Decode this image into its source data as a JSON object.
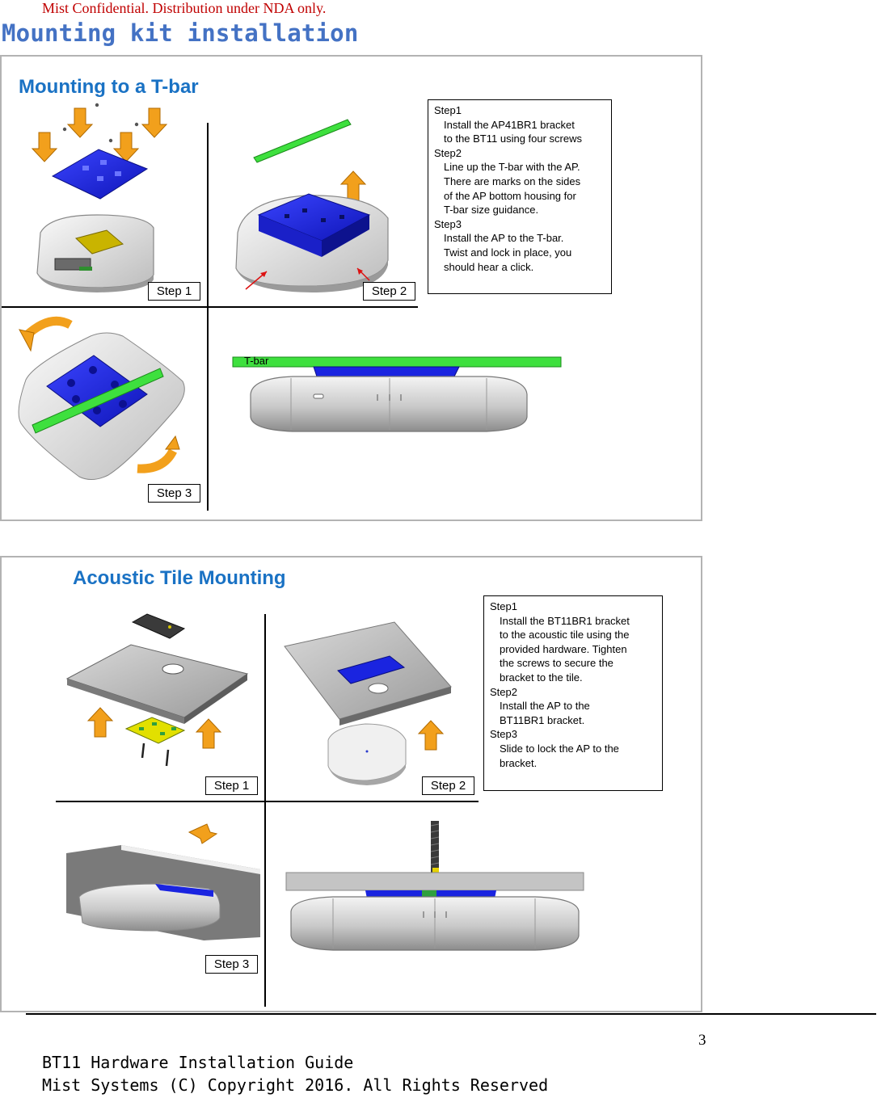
{
  "header": {
    "confidential": "Mist Confidential. Distribution under NDA only.",
    "title": "Mounting kit installation"
  },
  "tbar_figure": {
    "title": "Mounting to a T-bar",
    "step1_label": "Step 1",
    "step2_label": "Step 2",
    "step3_label": "Step 3",
    "tbar_label": "T-bar",
    "instructions": {
      "s1_head": "Step1",
      "s1_l1": "Install the AP41BR1 bracket",
      "s1_l2": "to the BT11 using four screws",
      "s2_head": "Step2",
      "s2_l1": "Line up the T-bar with the AP.",
      "s2_l2": "There are marks on the sides",
      "s2_l3": "of the AP bottom housing for",
      "s2_l4": "T-bar size guidance.",
      "s3_head": "Step3",
      "s3_l1": "Install the AP to the T-bar.",
      "s3_l2": "Twist and lock in place, you",
      "s3_l3": "should hear a click."
    }
  },
  "tile_figure": {
    "title": "Acoustic Tile Mounting",
    "step1_label": "Step 1",
    "step2_label": "Step 2",
    "step3_label": "Step 3",
    "instructions": {
      "s1_head": "Step1",
      "s1_l1": "Install the BT11BR1 bracket",
      "s1_l2": "to the acoustic tile using the",
      "s1_l3": "provided hardware.  Tighten",
      "s1_l4": "the screws to secure the",
      "s1_l5": "bracket to the tile.",
      "s2_head": "Step2",
      "s2_l1": "Install the AP to the",
      "s2_l2": "BT11BR1 bracket.",
      "s3_head": "Step3",
      "s3_l1": "Slide to lock the AP to the",
      "s3_l2": "bracket."
    }
  },
  "footer": {
    "page_number": "3",
    "line1": "BT11 Hardware Installation Guide",
    "line2": "Mist Systems (C) Copyright 2016. All Rights Reserved"
  },
  "colors": {
    "confidential": "#c00000",
    "heading_blue": "#4472c4",
    "figure_title_blue": "#1a72c4",
    "bracket_blue": "#1a24e0",
    "tbar_green": "#3ee03e",
    "arrow_orange": "#f2a01c"
  }
}
